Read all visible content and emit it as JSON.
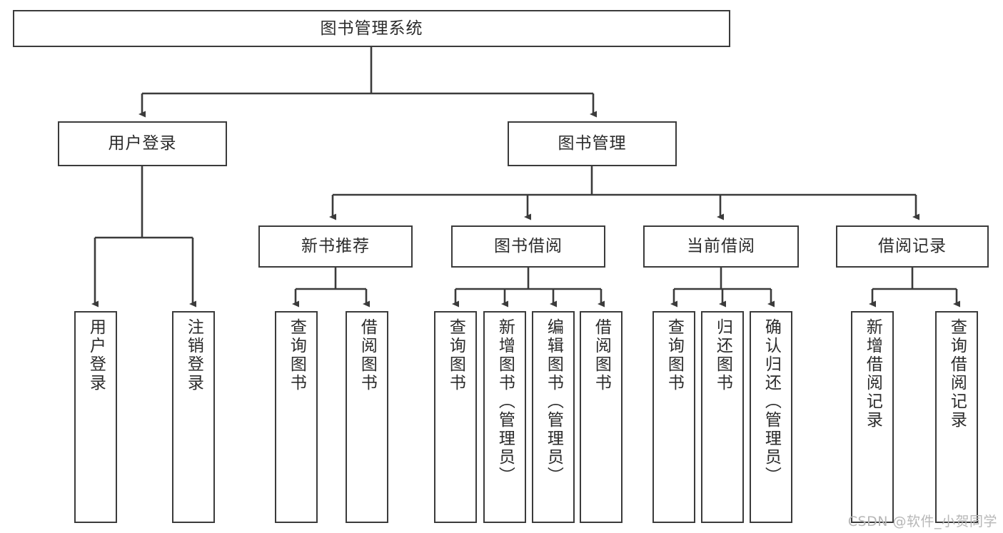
{
  "diagram": {
    "title": "图书管理系统",
    "type": "tree",
    "watermark": "CSDN @软件_小贺同学",
    "colors": {
      "box_border": "#3b3b3b",
      "box_fill": "#ffffff",
      "line": "#3b3b3b",
      "text": "#2b2b2b",
      "watermark": "#b7b7b7"
    },
    "root": {
      "label": "图书管理系统"
    },
    "level2": [
      {
        "label": "用户登录"
      },
      {
        "label": "图书管理"
      }
    ],
    "level3": [
      {
        "label": "新书推荐"
      },
      {
        "label": "图书借阅"
      },
      {
        "label": "当前借阅"
      },
      {
        "label": "借阅记录"
      }
    ],
    "leaves": {
      "user_login": [
        {
          "label": "用户登录"
        },
        {
          "label": "注销登录"
        }
      ],
      "new_book": [
        {
          "label": "查询图书"
        },
        {
          "label": "借阅图书"
        }
      ],
      "book_borrow": [
        {
          "label": "查询图书"
        },
        {
          "label": "新增图书（管理员）"
        },
        {
          "label": "编辑图书（管理员）"
        },
        {
          "label": "借阅图书"
        }
      ],
      "current_borrow": [
        {
          "label": "查询图书"
        },
        {
          "label": "归还图书"
        },
        {
          "label": "确认归还（管理员）"
        }
      ],
      "borrow_record": [
        {
          "label": "新增借阅记录"
        },
        {
          "label": "查询借阅记录"
        }
      ]
    }
  }
}
